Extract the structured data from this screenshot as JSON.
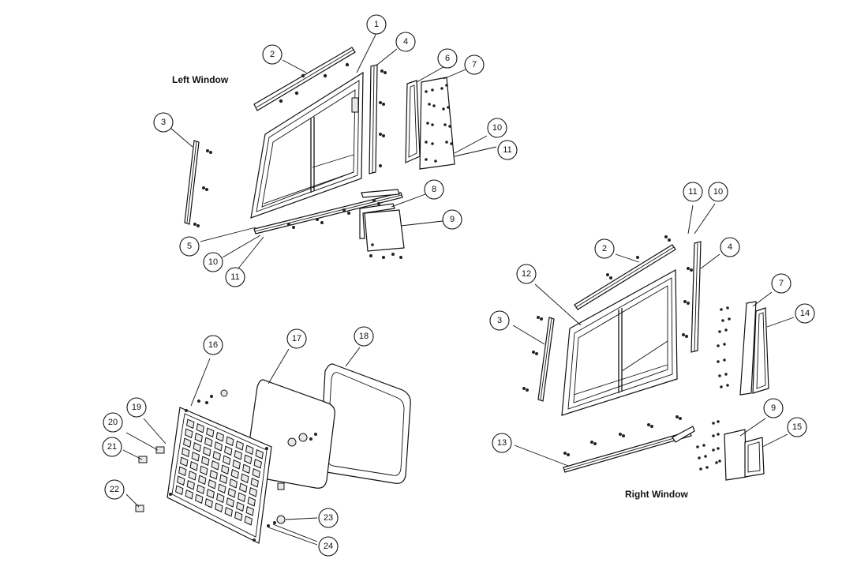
{
  "titles": {
    "left_window": "Left Window",
    "right_window": "Right Window"
  },
  "callouts": {
    "c1": "1",
    "c2a": "2",
    "c3a": "3",
    "c4a": "4",
    "c5": "5",
    "c6": "6",
    "c7a": "7",
    "c8": "8",
    "c9a": "9",
    "c10a": "10",
    "c11a": "11",
    "c10b": "10",
    "c11b": "11",
    "c11c": "11",
    "c10c": "10",
    "c2b": "2",
    "c4b": "4",
    "c12": "12",
    "c3b": "3",
    "c7b": "7",
    "c14": "14",
    "c9b": "9",
    "c15": "15",
    "c13": "13",
    "c16": "16",
    "c17": "17",
    "c18": "18",
    "c19": "19",
    "c20": "20",
    "c21": "21",
    "c22": "22",
    "c23": "23",
    "c24": "24"
  }
}
